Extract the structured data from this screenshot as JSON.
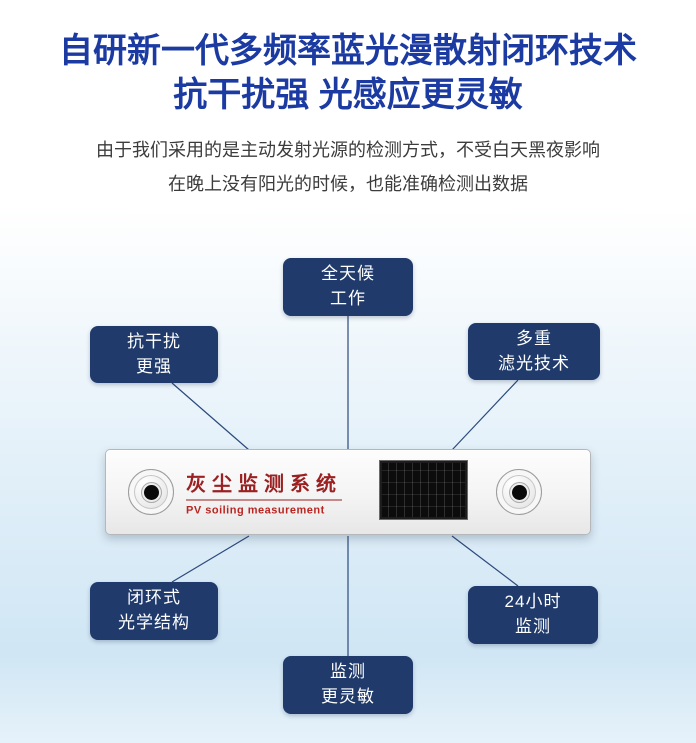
{
  "header": {
    "title_line1": "自研新一代多频率蓝光漫散射闭环技术",
    "title_line2": "抗干扰强 光感应更灵敏",
    "subtitle_line1": "由于我们采用的是主动发射光源的检测方式，不受白天黑夜影响",
    "subtitle_line2": "在晚上没有阳光的时候，也能准确检测出数据"
  },
  "device": {
    "name_cn": "灰尘监测系统",
    "name_en": "PV soiling measurement"
  },
  "features": [
    {
      "id": "all-weather",
      "line1": "全天候",
      "line2": "工作"
    },
    {
      "id": "anti-interference",
      "line1": "抗干扰",
      "line2": "更强"
    },
    {
      "id": "multi-filter",
      "line1": "多重",
      "line2": "滤光技术"
    },
    {
      "id": "closed-loop-optics",
      "line1": "闭环式",
      "line2": "光学结构"
    },
    {
      "id": "24h-monitoring",
      "line1": "24小时",
      "line2": "监测"
    },
    {
      "id": "sensitive-monitor",
      "line1": "监测",
      "line2": "更灵敏"
    }
  ],
  "colors": {
    "title_blue": "#1b3ba2",
    "badge_navy": "#1f3a6b",
    "line_navy": "#2b4a7c",
    "device_red": "#9a2022",
    "bg_blue": "#d0e6f4"
  }
}
